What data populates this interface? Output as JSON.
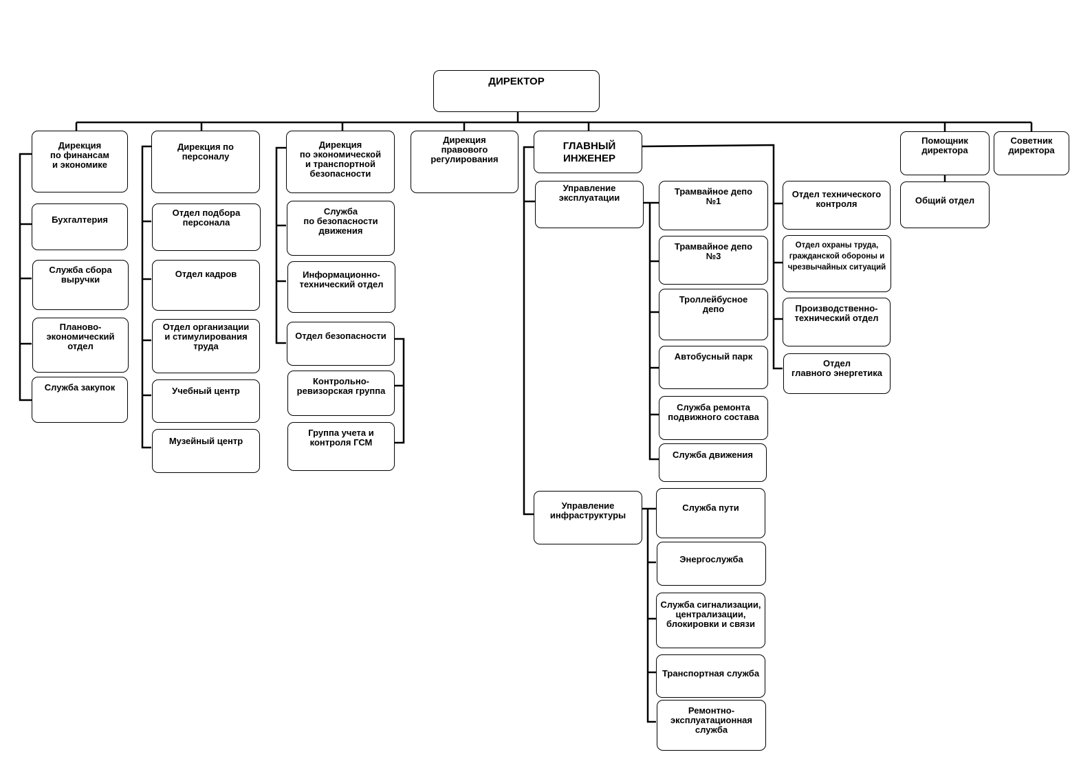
{
  "director": "ДИРЕКТОР",
  "finance": {
    "head": "Дирекция\nпо финансам\nи экономике",
    "units": [
      "Бухгалтерия",
      "Служба сбора\nвыручки",
      "Планово-\nэкономический\nотдел",
      "Служба закупок"
    ]
  },
  "personnel": {
    "head": "Дирекция по\nперсоналу",
    "units": [
      "Отдел подбора\nперсонала",
      "Отдел кадров",
      "Отдел организации\nи стимулирования\nтруда",
      "Учебный центр",
      "Музейный центр"
    ]
  },
  "security": {
    "head": "Дирекция\nпо экономической\nи транспортной\nбезопасности",
    "units": [
      "Служба\nпо безопасности\nдвижения",
      "Информационно-\nтехнический отдел",
      "Отдел безопасности"
    ],
    "subunits": [
      "Контрольно-\nревизорская группа",
      "Группа учета и\nконтроля ГСМ"
    ]
  },
  "legal": {
    "head": "Дирекция\nправового\nрегулирования"
  },
  "chief_engineer": {
    "head": "ГЛАВНЫЙ ИНЖЕНЕР",
    "operations": {
      "head": "Управление\nэксплуатации",
      "units": [
        "Трамвайное депо\n№1",
        "Трамвайное депо\n№3",
        "Троллейбусное\nдепо",
        "Автобусный парк",
        "Служба ремонта\nподвижного состава",
        "Служба движения"
      ]
    },
    "infrastructure": {
      "head": "Управление\nинфраструктуры",
      "units": [
        "Служба пути",
        "Энергослужба",
        "Служба сигнализации,\nцентрализации,\nблокировки и связи",
        "Транспортная служба",
        "Ремонтно-\nэксплуатационная\nслужба"
      ]
    },
    "departments": [
      "Отдел технического\nконтроля",
      "Отдел охраны труда,\nгражданской обороны и\nчрезвычайных ситуаций",
      "Производственно-\nтехнический отдел",
      "Отдел\nглавного энергетика"
    ]
  },
  "assistant": {
    "head": "Помощник\nдиректора",
    "units": [
      "Общий отдел"
    ]
  },
  "advisor": {
    "head": "Советник\nдиректора"
  }
}
